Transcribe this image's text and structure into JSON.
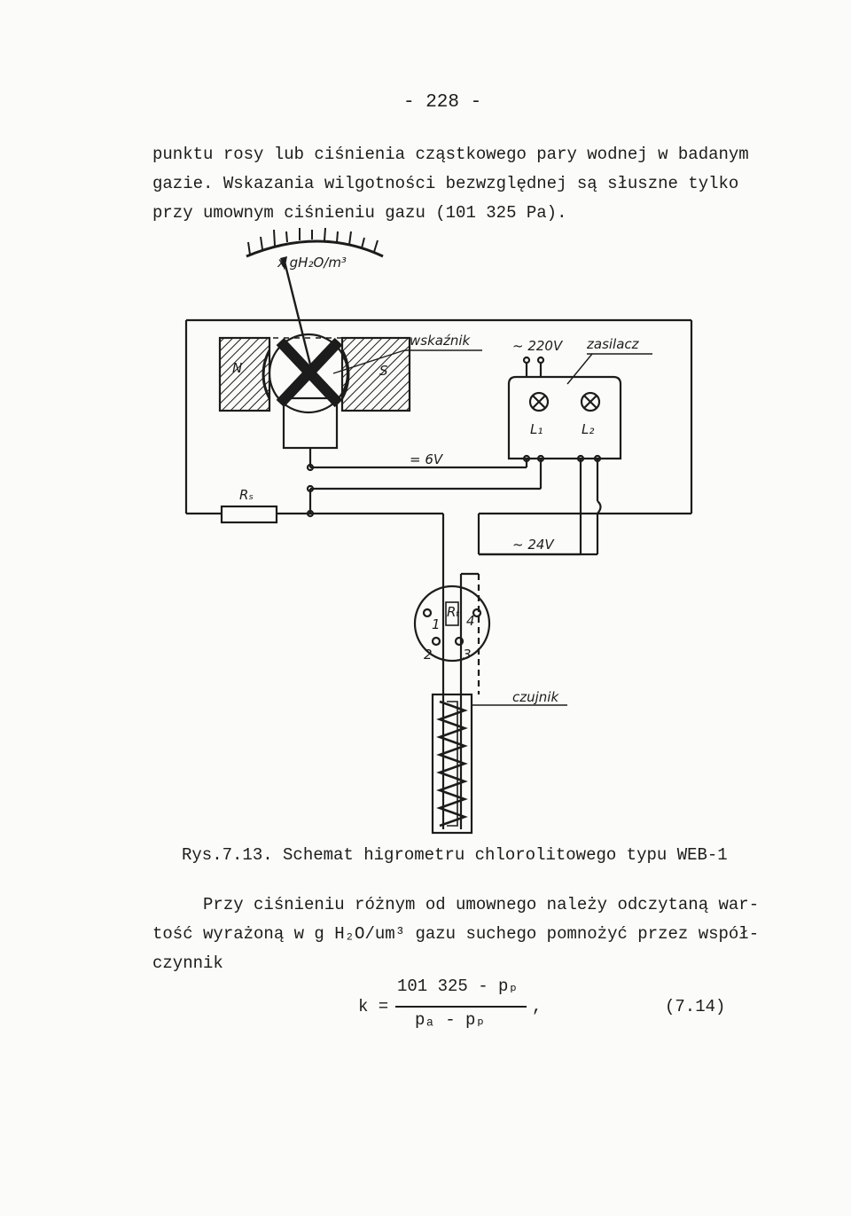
{
  "page_number": "- 228 -",
  "intro_lines": [
    "punktu rosy lub ciśnienia cząstkowego pary wodnej w badanym",
    "gazie. Wskazania wilgotności bezwzględnej są słuszne tylko",
    "przy umownym ciśnieniu gazu (101 325 Pa)."
  ],
  "diagram": {
    "scale_label": "x  gH₂O/m³",
    "labels": {
      "wskaznik": "wskaźnik",
      "v220": "~ 220V",
      "zasilacz": "zasilacz",
      "n": "N",
      "s": "S",
      "l1": "L₁",
      "l2": "L₂",
      "v6": "= 6V",
      "rs": "Rₛ",
      "v24": "~ 24V",
      "t1": "1",
      "rt": "Rₜ",
      "t4": "4",
      "t2": "2",
      "t3": "3",
      "czujnik": "czujnik"
    }
  },
  "caption": "Rys.7.13. Schemat higrometru chlorolitowego typu WEB-1",
  "after_lines": [
    "     Przy ciśnieniu różnym od umownego należy odczytaną war-",
    "tość wyrażoną w g H₂O/um³ gazu suchego pomnożyć przez współ-",
    "czynnik"
  ],
  "formula": {
    "lhs": "k =",
    "numerator": "101 325 - pₚ",
    "denominator": "pₐ - pₚ",
    "comma": ",",
    "number": "(7.14)"
  }
}
